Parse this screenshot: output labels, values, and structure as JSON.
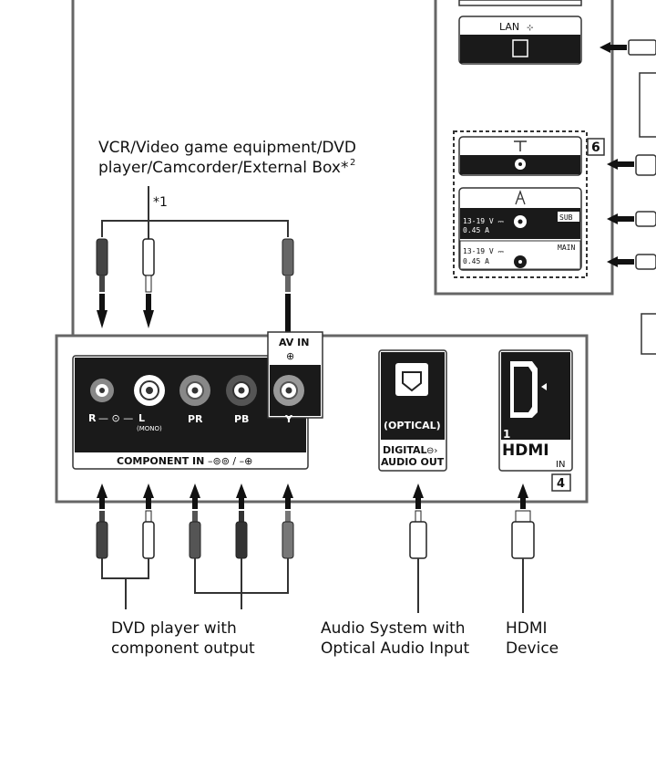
{
  "top_label": {
    "line1": "VCR/Video game equipment/DVD",
    "line2": "player/Camcorder/External Box*",
    "sup": "2"
  },
  "footnote_1": "*1",
  "lan": {
    "label": "LAN",
    "icon": "network-icon"
  },
  "antenna": {
    "badge": "6",
    "sat_sub_label": "SUB",
    "sat_main_label": "MAIN",
    "voltage": "13-19 V ⎓",
    "current": "0.45 A"
  },
  "panel": {
    "av_in": "AV IN",
    "component_in": "COMPONENT IN",
    "jack_r": "R",
    "jack_l": "L",
    "jack_mono": "(MONO)",
    "jack_pr": "PR",
    "jack_pb": "PB",
    "jack_y": "Y",
    "optical": "(OPTICAL)",
    "digital_audio_line1": "DIGITAL",
    "digital_audio_line2": "AUDIO OUT",
    "hdmi_num": "1",
    "hdmi_logo": "HDMI",
    "hdmi_in": "IN",
    "badge": "4"
  },
  "bottom_labels": {
    "dvd_line1": "DVD player with",
    "dvd_line2": "component output",
    "audio_line1": "Audio System with",
    "audio_line2": "Optical Audio Input",
    "hdmi_line1": "HDMI",
    "hdmi_line2": "Device"
  }
}
